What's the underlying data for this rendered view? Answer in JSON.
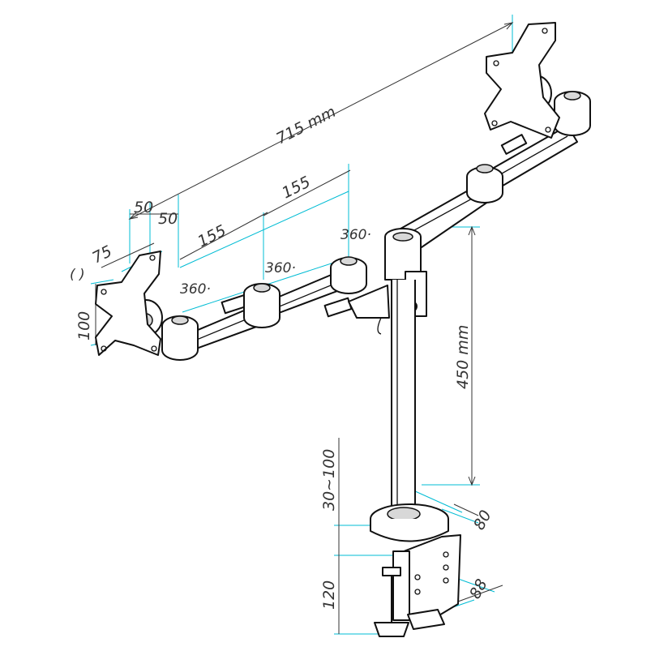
{
  "dimensions": {
    "total_span": "715 mm",
    "arm_span_right": "155",
    "arm_span_left": "155",
    "offset_a": "50",
    "offset_b": "50",
    "vesa_width": "75",
    "vesa_height": "100",
    "pole_height": "450 mm",
    "desk_thickness": "30~100",
    "clamp_height": "120",
    "base_depth": "80",
    "clamp_depth": "88"
  },
  "rotations": {
    "joint_top": "360·",
    "joint_middle": "360·",
    "joint_left": "360·"
  },
  "tilt_symbols": {
    "left": "( )"
  }
}
